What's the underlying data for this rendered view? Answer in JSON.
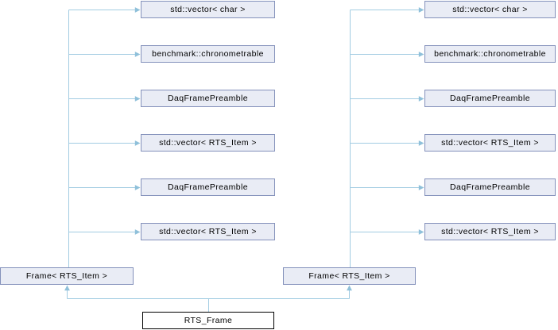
{
  "colors": {
    "background": "#ffffff",
    "node_fill": "#e9ecf5",
    "node_border": "#8491bb",
    "main_node_fill": "#ffffff",
    "main_node_border": "#000000",
    "edge_color": "#a2cce2",
    "arrow_color": "#8fc0da",
    "text_color": "#000000"
  },
  "graph": {
    "left_column": [
      {
        "label": "std::vector< char >"
      },
      {
        "label": "benchmark::chronometrable"
      },
      {
        "label": "DaqFramePreamble"
      },
      {
        "label": "std::vector< RTS_Item >"
      },
      {
        "label": "DaqFramePreamble"
      },
      {
        "label": "std::vector< RTS_Item >"
      }
    ],
    "right_column": [
      {
        "label": "std::vector< char >"
      },
      {
        "label": "benchmark::chronometrable"
      },
      {
        "label": "DaqFramePreamble"
      },
      {
        "label": "std::vector< RTS_Item >"
      },
      {
        "label": "DaqFramePreamble"
      },
      {
        "label": "std::vector< RTS_Item >"
      }
    ],
    "left_parent": {
      "label": "Frame< RTS_Item >"
    },
    "right_parent": {
      "label": "Frame< RTS_Item >"
    },
    "main_node": {
      "label": "RTS_Frame"
    }
  }
}
